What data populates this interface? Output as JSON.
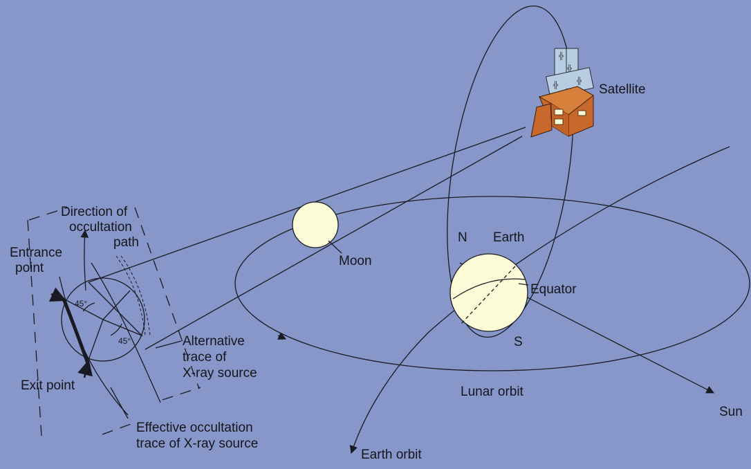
{
  "labels": {
    "satellite": "Satellite",
    "direction_l1": "Direction of",
    "direction_l2": "occultation",
    "direction_l3": "path",
    "entrance_l1": "Entrance",
    "entrance_l2": "point",
    "exit": "Exit point",
    "angle_top": "45°",
    "angle_bottom": "45°",
    "alternative_l1": "Alternative",
    "alternative_l2": "trace of",
    "alternative_l3": "X-ray source",
    "effective_l1": "Effective occultation",
    "effective_l2": "trace of X-ray source",
    "moon": "Moon",
    "north": "N",
    "earth": "Earth",
    "equator": "Equator",
    "south": "S",
    "lunar_orbit": "Lunar orbit",
    "earth_orbit": "Earth orbit",
    "sun": "Sun"
  },
  "colors": {
    "background": "#8797c9",
    "body_fill": "#fcfbd8",
    "satellite_body": "#c8682c",
    "solar_panel": "#b7cde2",
    "ink": "#1a1a22"
  }
}
